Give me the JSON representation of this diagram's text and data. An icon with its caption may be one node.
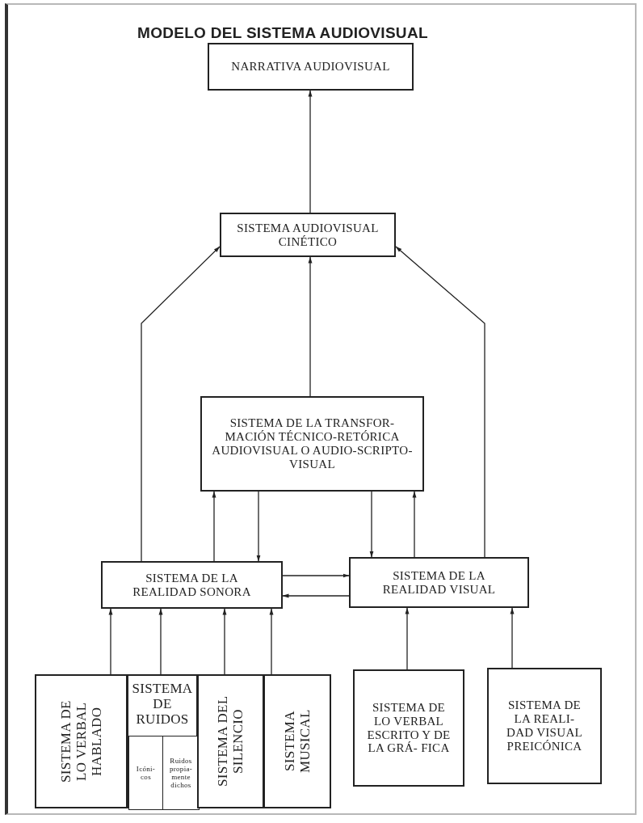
{
  "diagram": {
    "title": "MODELO DEL SISTEMA AUDIOVISUAL",
    "nodes": [
      {
        "text": [
          "NARRATIVA AUDIOVISUAL"
        ]
      },
      {
        "text": [
          "SISTEMA AUDIOVISUAL CINÉTICO"
        ]
      },
      {
        "text": [
          "SISTEMA DE LA TRANSFOR- MACIÓN TÉCNICO-RETÓRICA AUDIOVISUAL O AUDIO-SCRIPTO-VISUAL"
        ]
      },
      {
        "text": [
          "SISTEMA DE LA REALIDAD SONORA"
        ]
      },
      {
        "text": [
          "SISTEMA DE LA REALIDAD VISUAL"
        ]
      },
      {
        "text": [
          "SISTEMA DE LO VERBAL HABLADO"
        ]
      },
      {
        "text": [
          "SISTEMA DE RUIDOS"
        ]
      },
      {
        "text": [
          "Icóni- cos"
        ],
        "in": 6
      },
      {
        "text": [
          "Ruidos propia- mente dichos"
        ],
        "in": 6
      },
      {
        "text": [
          "SISTEMA DEL SILENCIO"
        ]
      },
      {
        "text": [
          "SISTEMA MUSICAL"
        ]
      },
      {
        "text": [
          "SISTEMA DE LO VERBAL ESCRITO Y DE LA GRÁ- FICA"
        ]
      },
      {
        "text": [
          "SISTEMA DE LA REALI- DAD VISUAL PREICÓNICA"
        ]
      }
    ],
    "edges": [
      {
        "from": 1,
        "to": 0,
        "arrow": "to"
      },
      {
        "from": 2,
        "to": 1,
        "arrow": "to"
      },
      {
        "from": 3,
        "to": 1,
        "arrow": "to"
      },
      {
        "from": 4,
        "to": 1,
        "arrow": "to"
      },
      {
        "from": 3,
        "to": 2,
        "arrow": "to"
      },
      {
        "from": 2,
        "to": 3,
        "arrow": "to"
      },
      {
        "from": 2,
        "to": 4,
        "arrow": "to"
      },
      {
        "from": 4,
        "to": 2,
        "arrow": "to"
      },
      {
        "from": 3,
        "to": 4,
        "arrow": "to"
      },
      {
        "from": 4,
        "to": 3,
        "arrow": "to"
      },
      {
        "from": 5,
        "to": 3,
        "arrow": "to"
      },
      {
        "from": 6,
        "to": 3,
        "arrow": "to"
      },
      {
        "from": 9,
        "to": 3,
        "arrow": "to"
      },
      {
        "from": 10,
        "to": 3,
        "arrow": "to"
      },
      {
        "from": 11,
        "to": 4,
        "arrow": "to"
      },
      {
        "from": 12,
        "to": 4,
        "arrow": "to"
      }
    ]
  }
}
